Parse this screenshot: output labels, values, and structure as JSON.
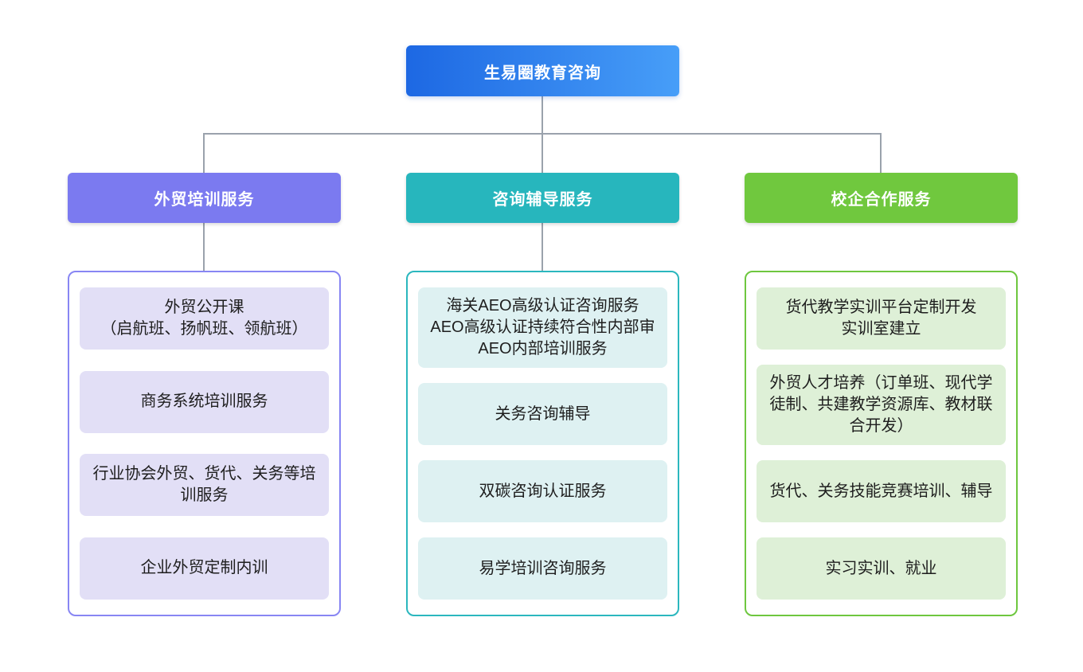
{
  "diagram": {
    "title": "生易圈教育咨询",
    "connector_color": "#9aa2ac",
    "root": {
      "label": "生易圈教育咨询",
      "bg_from": "#1d68e3",
      "bg_to": "#479ef8",
      "text_color": "#ffffff"
    },
    "branches": [
      {
        "label": "外贸培训服务",
        "header_bg": "#7b7af0",
        "border_color": "#8886f3",
        "item_bg": "#e2dff6",
        "items": [
          "外贸公开课\n（启航班、扬帆班、领航班）",
          "商务系统培训服务",
          "行业协会外贸、货代、关务等培训服务",
          "企业外贸定制内训"
        ]
      },
      {
        "label": "咨询辅导服务",
        "header_bg": "#27b6bd",
        "border_color": "#2bb7be",
        "item_bg": "#def1f2",
        "items": [
          "海关AEO高级认证咨询服务\nAEO高级认证持续符合性内部审\nAEO内部培训服务",
          "关务咨询辅导",
          "双碳咨询认证服务",
          "易学培训咨询服务"
        ]
      },
      {
        "label": "校企合作服务",
        "header_bg": "#70c83e",
        "border_color": "#6ec73f",
        "item_bg": "#def0d7",
        "items": [
          "货代教学实训平台定制开发\n实训室建立",
          "外贸人才培养（订单班、现代学徒制、共建教学资源库、教材联合开发）",
          "货代、关务技能竞赛培训、辅导",
          "实习实训、就业"
        ]
      }
    ]
  }
}
